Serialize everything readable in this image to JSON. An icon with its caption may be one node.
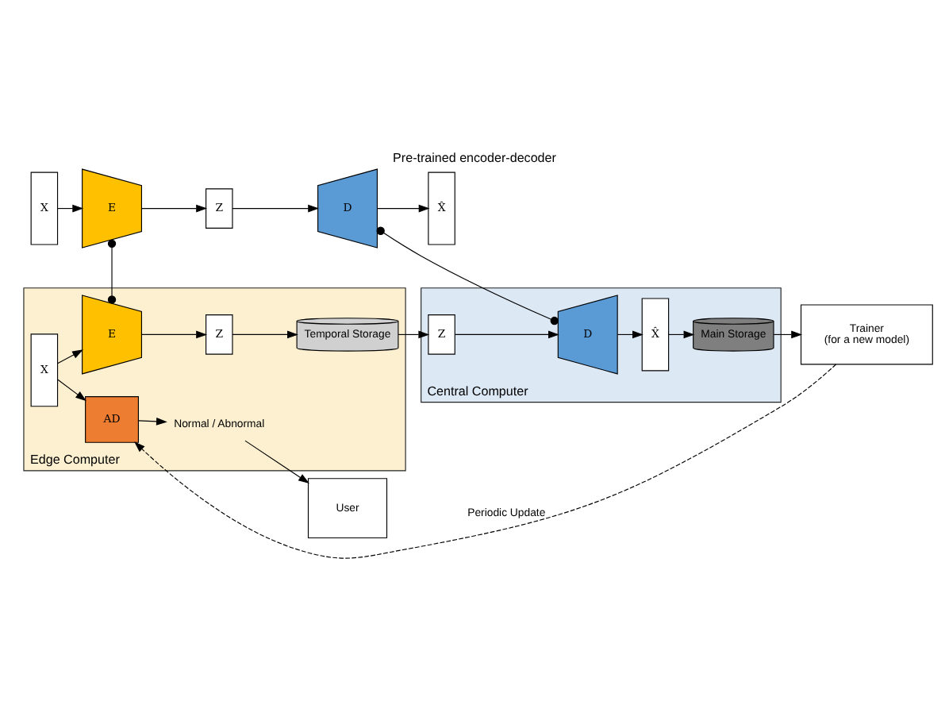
{
  "diagram": {
    "title": "Pre-trained encoder-decoder",
    "nodes": [
      {
        "text": [
          "X"
        ]
      },
      {
        "text": [
          "E"
        ]
      },
      {
        "text": [
          "Z"
        ]
      },
      {
        "text": [
          "D"
        ]
      },
      {
        "text": [
          "X̂"
        ]
      },
      {
        "text": [
          "Edge Computer"
        ]
      },
      {
        "text": [
          "X"
        ],
        "in": 5
      },
      {
        "text": [
          "E"
        ],
        "in": 5
      },
      {
        "text": [
          "Z"
        ],
        "in": 5
      },
      {
        "text": [
          "Temporal Storage"
        ],
        "in": 5
      },
      {
        "text": [
          "AD"
        ],
        "in": 5
      },
      {
        "text": [
          "Normal / Abnormal"
        ],
        "in": 5
      },
      {
        "text": [
          "Central Computer"
        ]
      },
      {
        "text": [
          "Z"
        ],
        "in": 12
      },
      {
        "text": [
          "D"
        ],
        "in": 12
      },
      {
        "text": [
          "X̂"
        ],
        "in": 12
      },
      {
        "text": [
          "Main Storage"
        ],
        "in": 12
      },
      {
        "text": [
          "User"
        ]
      },
      {
        "text": [
          "Trainer",
          "(for a new model)"
        ]
      }
    ],
    "edges": [
      {
        "from": 0,
        "to": 1,
        "arrow": "to"
      },
      {
        "from": 1,
        "to": 2,
        "arrow": "to"
      },
      {
        "from": 2,
        "to": 3,
        "arrow": "to"
      },
      {
        "from": 3,
        "to": 4,
        "arrow": "to"
      },
      {
        "from": 1,
        "to": 7,
        "arrow": "other"
      },
      {
        "from": 3,
        "to": 14,
        "arrow": "other"
      },
      {
        "from": 6,
        "to": 7,
        "arrow": "to"
      },
      {
        "from": 6,
        "to": 10,
        "arrow": "to"
      },
      {
        "from": 7,
        "to": 8,
        "arrow": "to"
      },
      {
        "from": 8,
        "to": 9,
        "arrow": "to"
      },
      {
        "from": 9,
        "to": 13,
        "arrow": "to"
      },
      {
        "from": 13,
        "to": 14,
        "arrow": "to"
      },
      {
        "from": 14,
        "to": 15,
        "arrow": "to"
      },
      {
        "from": 15,
        "to": 16,
        "arrow": "to"
      },
      {
        "from": 16,
        "to": 18,
        "arrow": "to"
      },
      {
        "from": 10,
        "to": 11,
        "arrow": "to"
      },
      {
        "from": 11,
        "to": 17,
        "arrow": "to"
      },
      {
        "from": 18,
        "to": 10,
        "arrow": "to",
        "style": "dashed",
        "label": "Periodic Update"
      }
    ]
  }
}
